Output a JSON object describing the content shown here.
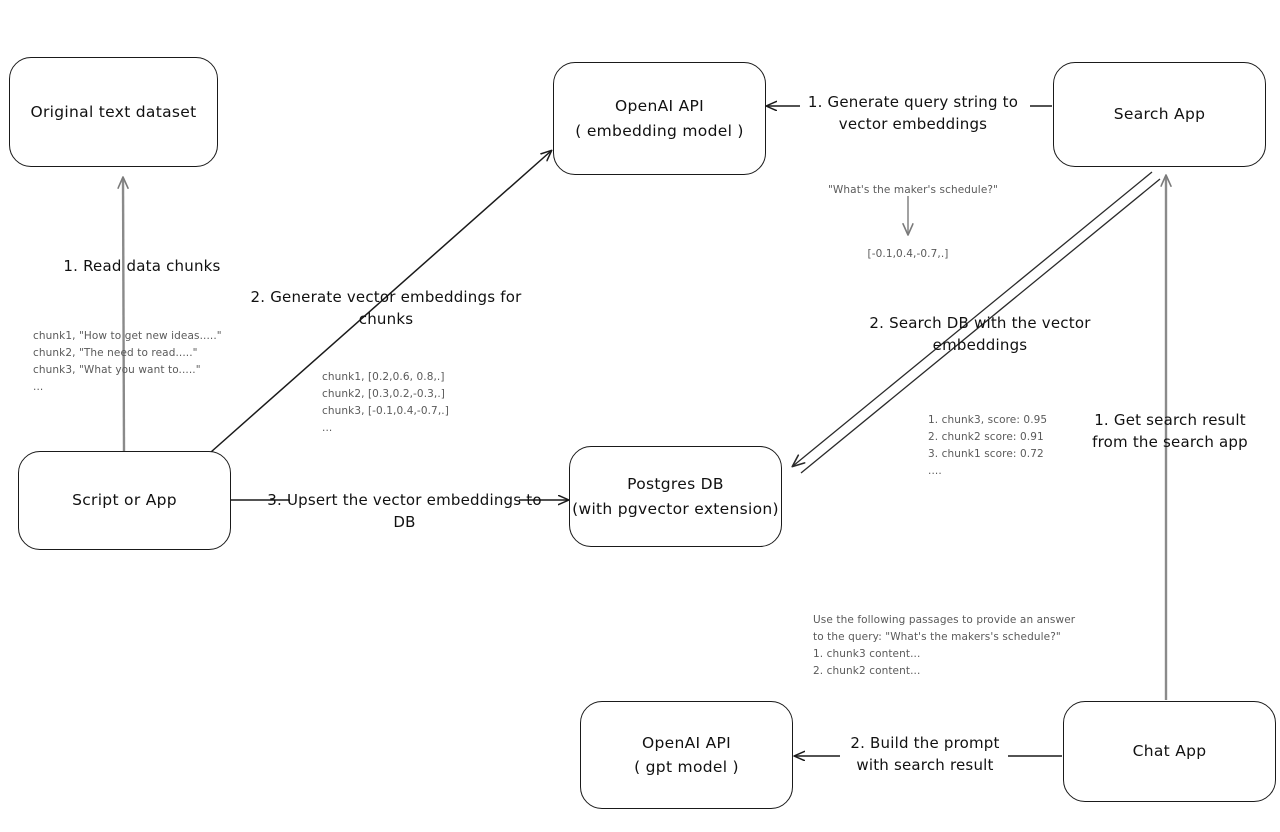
{
  "diagram": {
    "title": "RAG pipeline with OpenAI embeddings and Postgres pgvector",
    "colors": {
      "stroke": "#1a1a1a",
      "gray_connector": "#888888",
      "note_text": "#5a5a5a",
      "background": "#ffffff"
    }
  },
  "nodes": {
    "original_dataset": {
      "label": "Original text dataset"
    },
    "embedding_api": {
      "label_line1": "OpenAI API",
      "label_line2": "( embedding model )"
    },
    "search_app": {
      "label": "Search App"
    },
    "script_or_app": {
      "label": "Script or App"
    },
    "postgres_db": {
      "label_line1": "Postgres DB",
      "label_line2": "(with pgvector extension)"
    },
    "gpt_api": {
      "label_line1": "OpenAI API",
      "label_line2": "( gpt model )"
    },
    "chat_app": {
      "label": "Chat App"
    }
  },
  "edges": {
    "read_data_chunks": {
      "label": "1. Read data chunks"
    },
    "generate_vector_embeddings": {
      "label": "2. Generate vector embeddings for chunks"
    },
    "upsert_to_db": {
      "label": "3. Upsert the vector embeddings  to DB"
    },
    "generate_query_embeddings": {
      "label_line1": "1. Generate query string to vector",
      "label_line2": "embeddings"
    },
    "search_db": {
      "label": "2. Search DB with the vector embeddings"
    },
    "get_search_result": {
      "label_line1": "1. Get search result",
      "label_line2": "from the search app"
    },
    "build_prompt": {
      "label_line1": "2. Build the prompt with",
      "label_line2": "search result"
    }
  },
  "notes": {
    "source_chunks": "chunk1, \"How to get new ideas.....\"\nchunk2, \"The need to read.....\"\nchunk3, \"What you want to.....\"\n...",
    "chunk_embeddings": "chunk1, [0.2,0.6, 0.8,.]\nchunk2, [0.3,0.2,-0.3,.]\nchunk3, [-0.1,0.4,-0.7,.]\n...",
    "query_string": "\"What's the maker's schedule?\"",
    "query_embedding": "[-0.1,0.4,-0.7,.]",
    "search_results": "1. chunk3, score: 0.95\n2. chunk2 score: 0.91\n3. chunk1 score: 0.72\n....",
    "prompt_text": "Use the following passages to provide an answer\nto the query: \"What's the makers's schedule?\"\n1. chunk3 content...\n2. chunk2 content..."
  }
}
